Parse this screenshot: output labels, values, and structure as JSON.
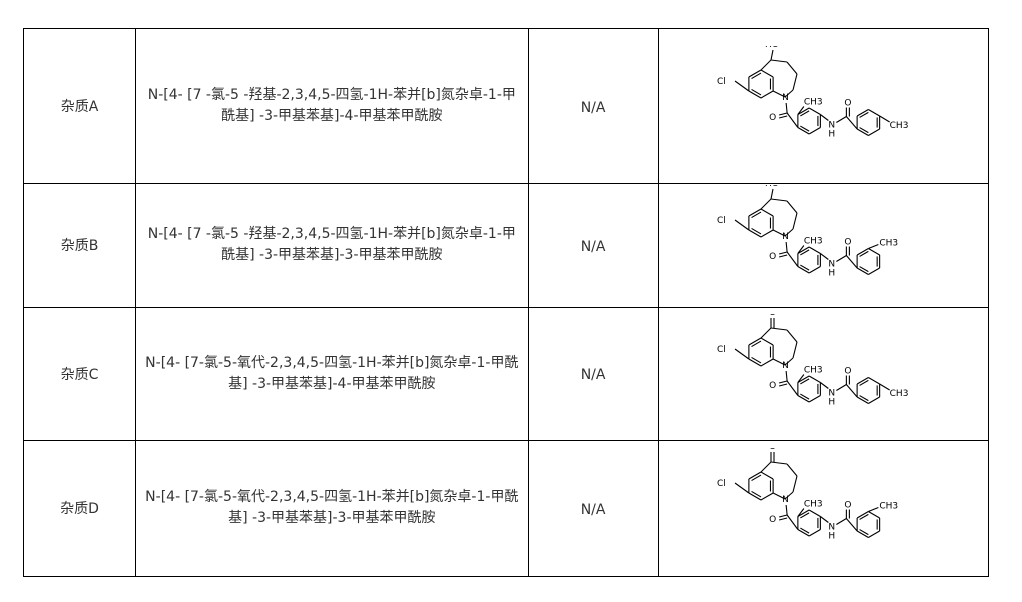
{
  "rows": [
    {
      "label": "杂质A",
      "name": "N-[4- [7 -氯-5 -羟基-2,3,4,5-四氢-1H-苯并[b]氮杂卓-1-甲酰基] -3-甲基苯基]-4-甲基苯甲酰胺",
      "cas": "N/A",
      "structure": {
        "ring_sub": "HO",
        "ring_n": "N",
        "cl": "Cl",
        "o": "O",
        "me_ortho": "CH3",
        "nh": "N",
        "h": "H",
        "o2": "O",
        "me_tail": "CH3",
        "tail": "para"
      }
    },
    {
      "label": "杂质B",
      "name": "N-[4- [7 -氯-5 -羟基-2,3,4,5-四氢-1H-苯并[b]氮杂卓-1-甲酰基] -3-甲基苯基]-3-甲基苯甲酰胺",
      "cas": "N/A",
      "structure": {
        "ring_sub": "HO",
        "ring_n": "N",
        "cl": "Cl",
        "o": "O",
        "me_ortho": "CH3",
        "nh": "N",
        "h": "H",
        "o2": "O",
        "me_tail": "CH3",
        "tail": "meta"
      }
    },
    {
      "label": "杂质C",
      "name": "N-[4- [7-氯-5-氧代-2,3,4,5-四氢-1H-苯并[b]氮杂卓-1-甲酰基] -3-甲基苯基]-4-甲基苯甲酰胺",
      "cas": "N/A",
      "structure": {
        "ring_sub": "O",
        "ring_n": "N",
        "cl": "Cl",
        "o": "O",
        "me_ortho": "CH3",
        "nh": "N",
        "h": "H",
        "o2": "O",
        "me_tail": "CH3",
        "tail": "para"
      }
    },
    {
      "label": "杂质D",
      "name": "N-[4- [7-氯-5-氧代-2,3,4,5-四氢-1H-苯并[b]氮杂卓-1-甲酰基] -3-甲基苯基]-3-甲基苯甲酰胺",
      "cas": "N/A",
      "structure": {
        "ring_sub": "O",
        "ring_n": "N",
        "cl": "Cl",
        "o": "O",
        "me_ortho": "CH3",
        "nh": "N",
        "h": "H",
        "o2": "O",
        "me_tail": "CH3",
        "tail": "meta"
      }
    }
  ]
}
